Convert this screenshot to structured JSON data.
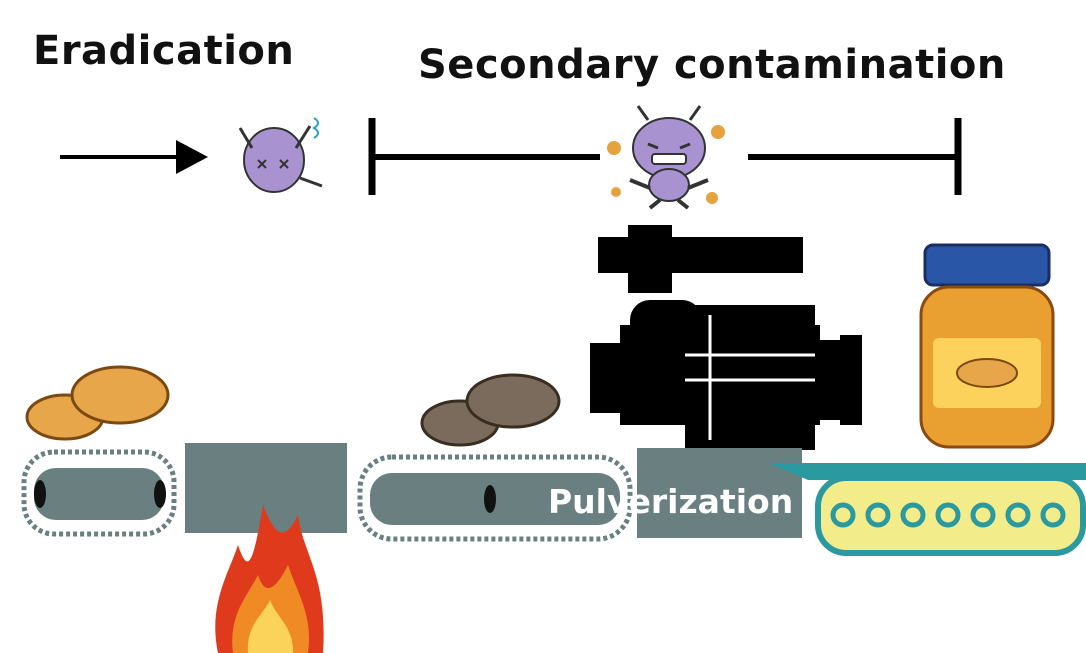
{
  "labels": {
    "eradication": "Eradication",
    "secondary_contamination": "Secondary contamination",
    "pulverization": "Pulverization"
  },
  "stages": [
    {
      "name": "raw-peanuts",
      "icon": "peanut-icon"
    },
    {
      "name": "roasting",
      "icon": "fire-icon"
    },
    {
      "name": "roasted-peanuts",
      "icon": "peanut-icon"
    },
    {
      "name": "pulverization",
      "icon": "grinder-icon"
    },
    {
      "name": "peanut-butter",
      "icon": "jar-icon"
    }
  ],
  "colors": {
    "conveyor": "#6a7f7f",
    "raw_peanut": "#e8a64a",
    "roasted_peanut": "#7a6b5c",
    "germ": "#a892cf",
    "jar_lid": "#2a56a8",
    "jar_body": "#e9a030",
    "final_belt": "#f2ec8a",
    "final_belt_edge": "#2a9aa0"
  }
}
